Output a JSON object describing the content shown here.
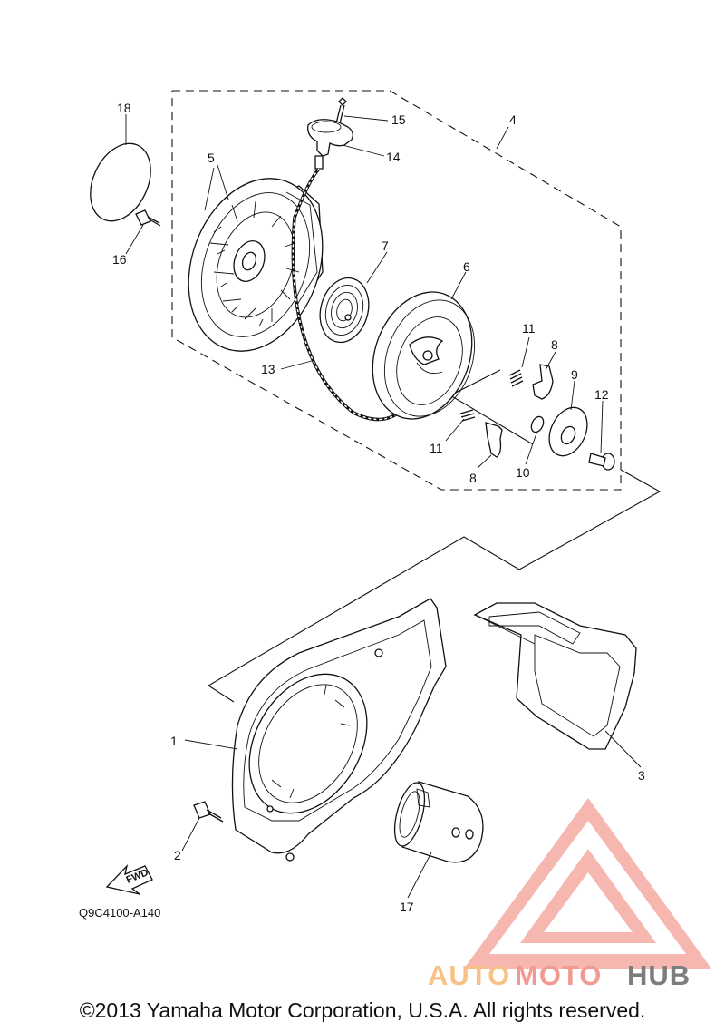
{
  "callouts": {
    "n1": "1",
    "n2": "2",
    "n3": "3",
    "n4": "4",
    "n5": "5",
    "n6": "6",
    "n7": "7",
    "n8a": "8",
    "n8b": "8",
    "n9": "9",
    "n10": "10",
    "n11a": "11",
    "n11b": "11",
    "n12": "12",
    "n13": "13",
    "n14": "14",
    "n15": "15",
    "n16": "16",
    "n17": "17",
    "n18": "18"
  },
  "fwd_label": "FWD",
  "diagram_code": "Q9C4100-A140",
  "watermark": {
    "part1": "AUTO",
    "part2": "MOTO",
    "part3": "HUB"
  },
  "copyright": "©2013 Yamaha Motor Corporation, U.S.A. All rights reserved.",
  "colors": {
    "watermark_red": "#f29a91",
    "watermark_orange": "#f7c287",
    "watermark_gray": "#7d7d7d"
  }
}
